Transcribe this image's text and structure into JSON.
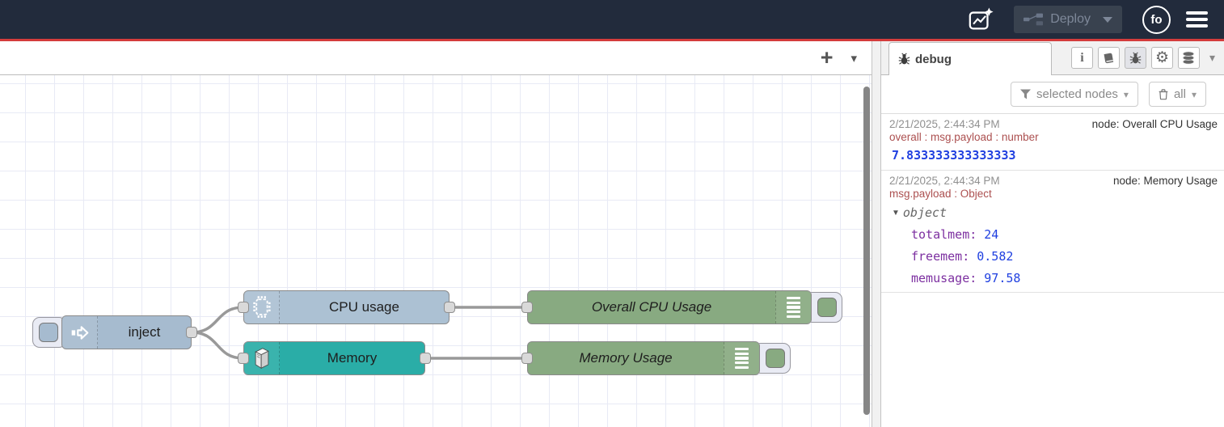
{
  "header": {
    "deploy_label": "Deploy",
    "avatar_initials": "fo"
  },
  "glyphs": {
    "plus": "+",
    "caret": "▾",
    "gear": "⚙",
    "info": "i"
  },
  "workspace": {
    "nodes": {
      "inject": {
        "label": "inject"
      },
      "cpu": {
        "label": "CPU usage"
      },
      "memory": {
        "label": "Memory"
      },
      "overall_cpu": {
        "label": "Overall CPU Usage"
      },
      "memory_usage": {
        "label": "Memory Usage"
      }
    }
  },
  "sidebar": {
    "tab_label": "debug",
    "filter_label": "selected nodes",
    "clear_label": "all",
    "messages": [
      {
        "timestamp": "2/21/2025, 2:44:34 PM",
        "source": "node: Overall CPU Usage",
        "property": "overall : msg.payload : number",
        "value": "7.833333333333333"
      },
      {
        "timestamp": "2/21/2025, 2:44:34 PM",
        "source": "node: Memory Usage",
        "property": "msg.payload : Object",
        "object_caret": "▼",
        "object_label": "object",
        "entries": [
          {
            "key": "totalmem:",
            "value": "24"
          },
          {
            "key": "freemem:",
            "value": "0.582"
          },
          {
            "key": "memusage:",
            "value": "97.58"
          }
        ]
      }
    ]
  },
  "colors": {
    "header_bg": "#222b3c",
    "alert_line": "#d43c3c",
    "inject_node": "#a6bbcf",
    "cpu_node": "#acc1d3",
    "memory_node": "#2aada7",
    "debug_node": "#88aa81",
    "node_border": "#8a8a8a",
    "wire": "#999999",
    "port_bg": "#d9d9d9",
    "value_number": "#2040e0",
    "object_key": "#7c2fa0",
    "property_text": "#ac5050",
    "timestamp_text": "#909090"
  }
}
